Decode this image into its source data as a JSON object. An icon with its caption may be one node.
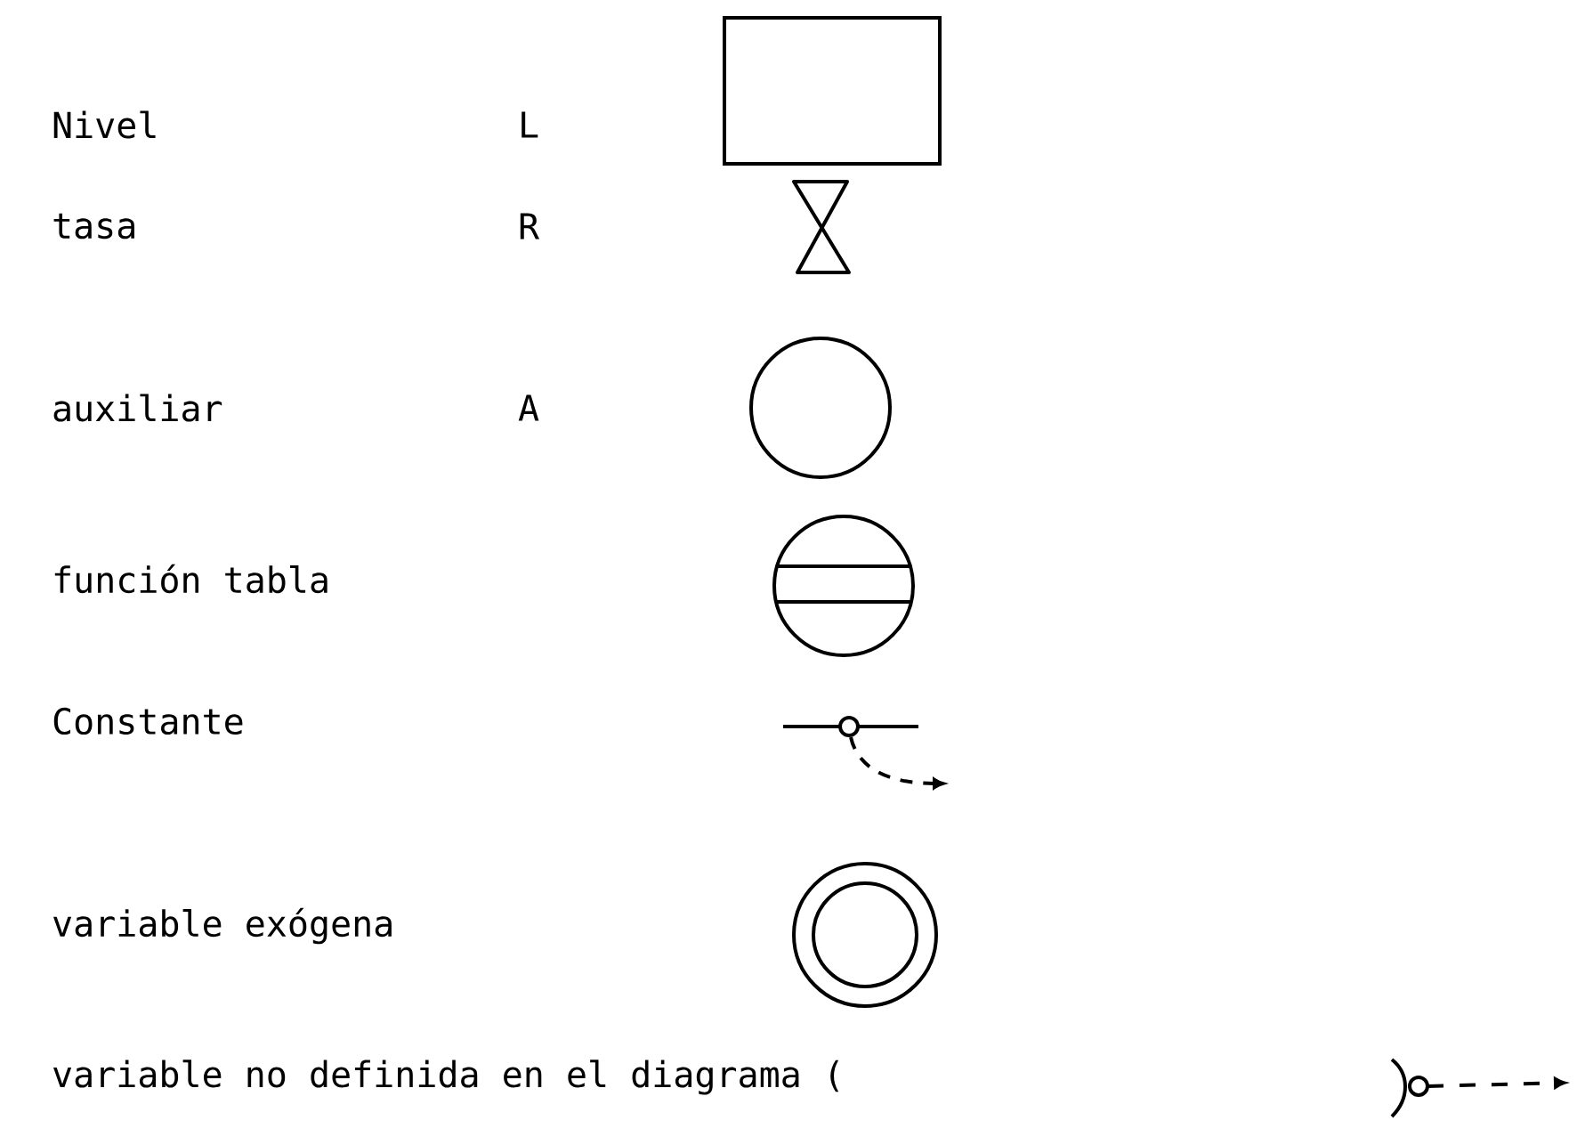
{
  "diagram": {
    "labels": [
      "Nivel",
      "L",
      "tasa",
      "R",
      "auxiliar",
      "A",
      "función tabla",
      "Constante",
      "variable exógena",
      "variable no definida en el diagrama ("
    ]
  }
}
